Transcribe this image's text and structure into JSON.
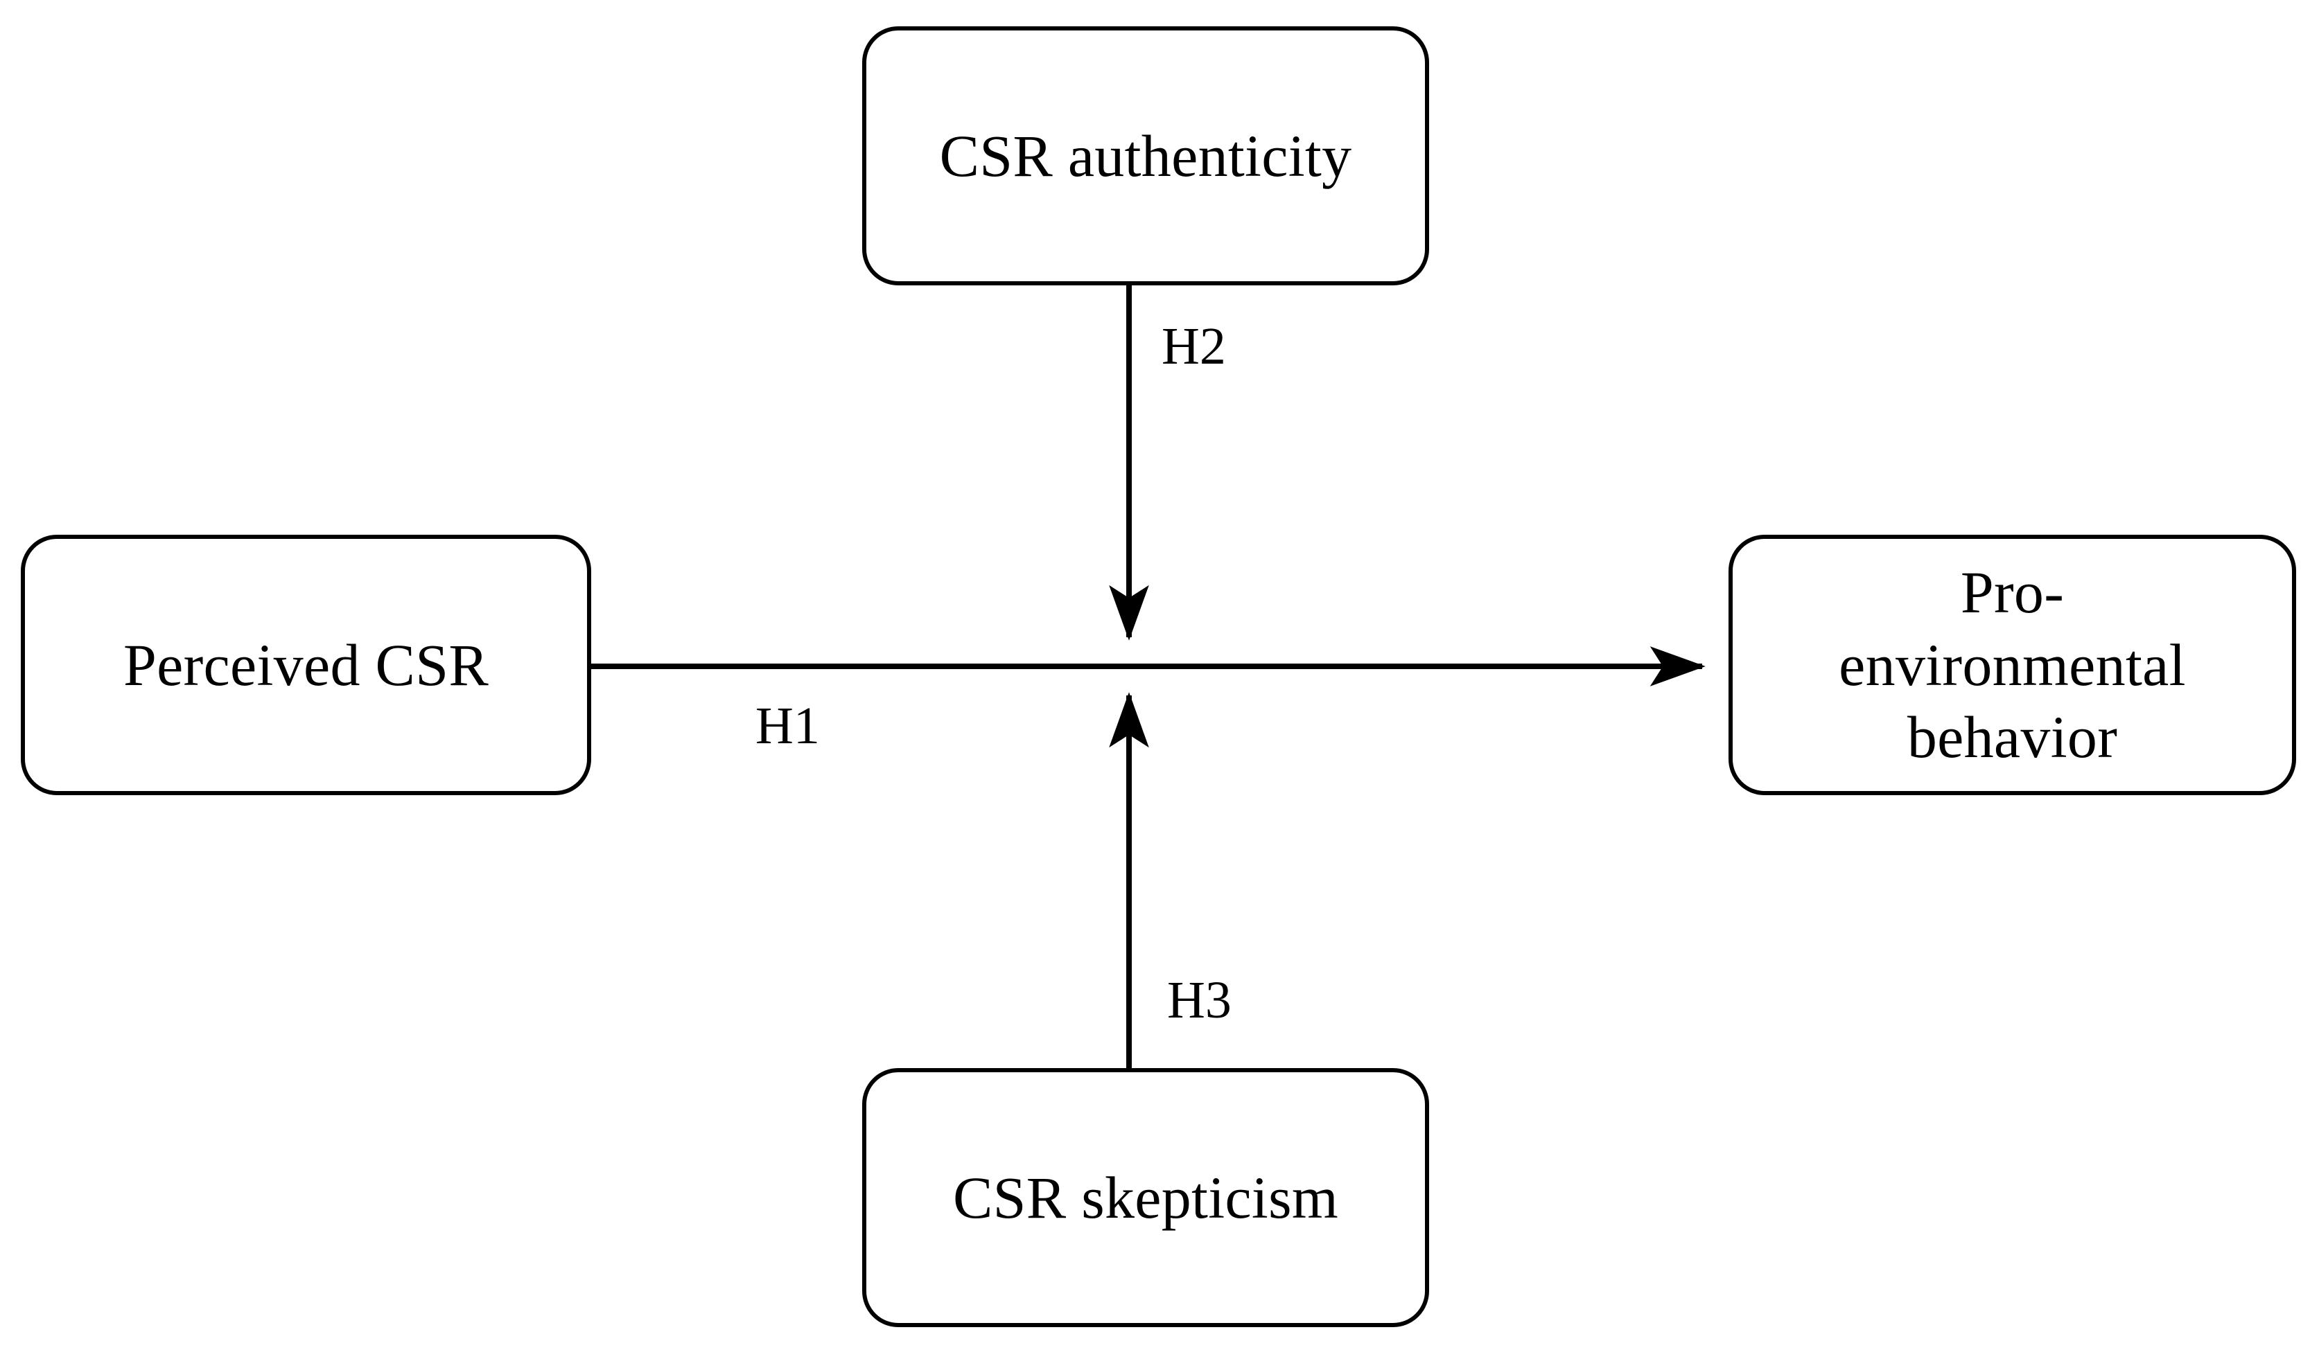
{
  "diagram": {
    "type": "conceptual-research-model",
    "background_color": "#ffffff",
    "line_color": "#000000",
    "nodes": [
      {
        "id": "perceived_csr",
        "label": "Perceived CSR",
        "lines": [
          "Perceived CSR"
        ],
        "position": "left"
      },
      {
        "id": "csr_authenticity",
        "label": "CSR authenticity",
        "lines": [
          "CSR authenticity"
        ],
        "position": "top"
      },
      {
        "id": "csr_skepticism",
        "label": "CSR skepticism",
        "lines": [
          "CSR skepticism"
        ],
        "position": "bottom"
      },
      {
        "id": "pro_env_behavior",
        "label": "Pro-environmental behavior",
        "lines": [
          "Pro-",
          "environmental",
          "behavior"
        ],
        "position": "right"
      }
    ],
    "edges": [
      {
        "id": "h1",
        "label": "H1",
        "from": "perceived_csr",
        "to": "pro_env_behavior",
        "arrow": "right",
        "role": "direct effect"
      },
      {
        "id": "h2",
        "label": "H2",
        "from": "csr_authenticity",
        "to": "h1",
        "arrow": "down",
        "role": "moderator"
      },
      {
        "id": "h3",
        "label": "H3",
        "from": "csr_skepticism",
        "to": "h1",
        "arrow": "up",
        "role": "moderator"
      }
    ]
  },
  "nodes": {
    "perceived_csr": {
      "text": "Perceived CSR"
    },
    "csr_authenticity": {
      "text": "CSR authenticity"
    },
    "csr_skepticism": {
      "text": "CSR skepticism"
    },
    "pro_env_behavior": {
      "line1": "Pro-",
      "line2": "environmental",
      "line3": "behavior"
    }
  },
  "labels": {
    "h1": "H1",
    "h2": "H2",
    "h3": "H3"
  }
}
